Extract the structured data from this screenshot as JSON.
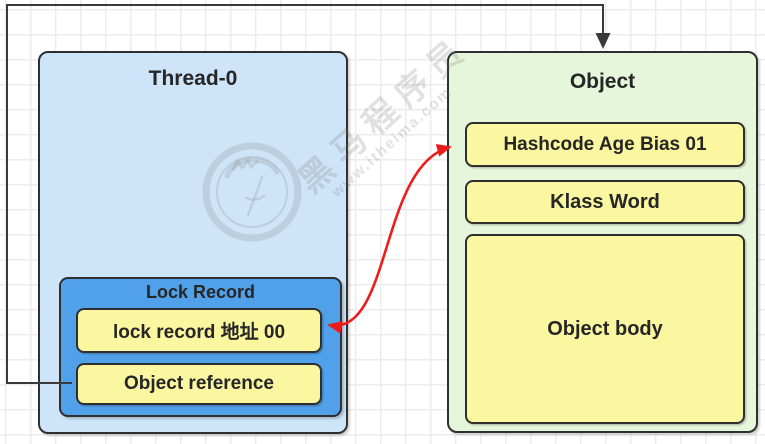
{
  "diagram": {
    "thread": {
      "title": "Thread-0",
      "lock_record": {
        "title": "Lock Record",
        "address_cell": "lock record 地址 00",
        "reference_cell": "Object reference"
      }
    },
    "object": {
      "title": "Object",
      "mark_word_cell": "Hashcode Age Bias 01",
      "klass_word_cell": "Klass Word",
      "body_cell": "Object body"
    }
  },
  "watermark": {
    "brand": "黑马程序员",
    "site": "www.itheima.com"
  },
  "colors": {
    "thread_fill": "#cee4f8",
    "lock_record_fill": "#51a1ea",
    "cell_fill": "#fbf6a0",
    "object_fill": "#e6f6da",
    "border": "#2f2f2f",
    "black_connector": "#3a3a3a",
    "red_arrow": "#ed1c1c",
    "grid_line": "#ececec"
  }
}
